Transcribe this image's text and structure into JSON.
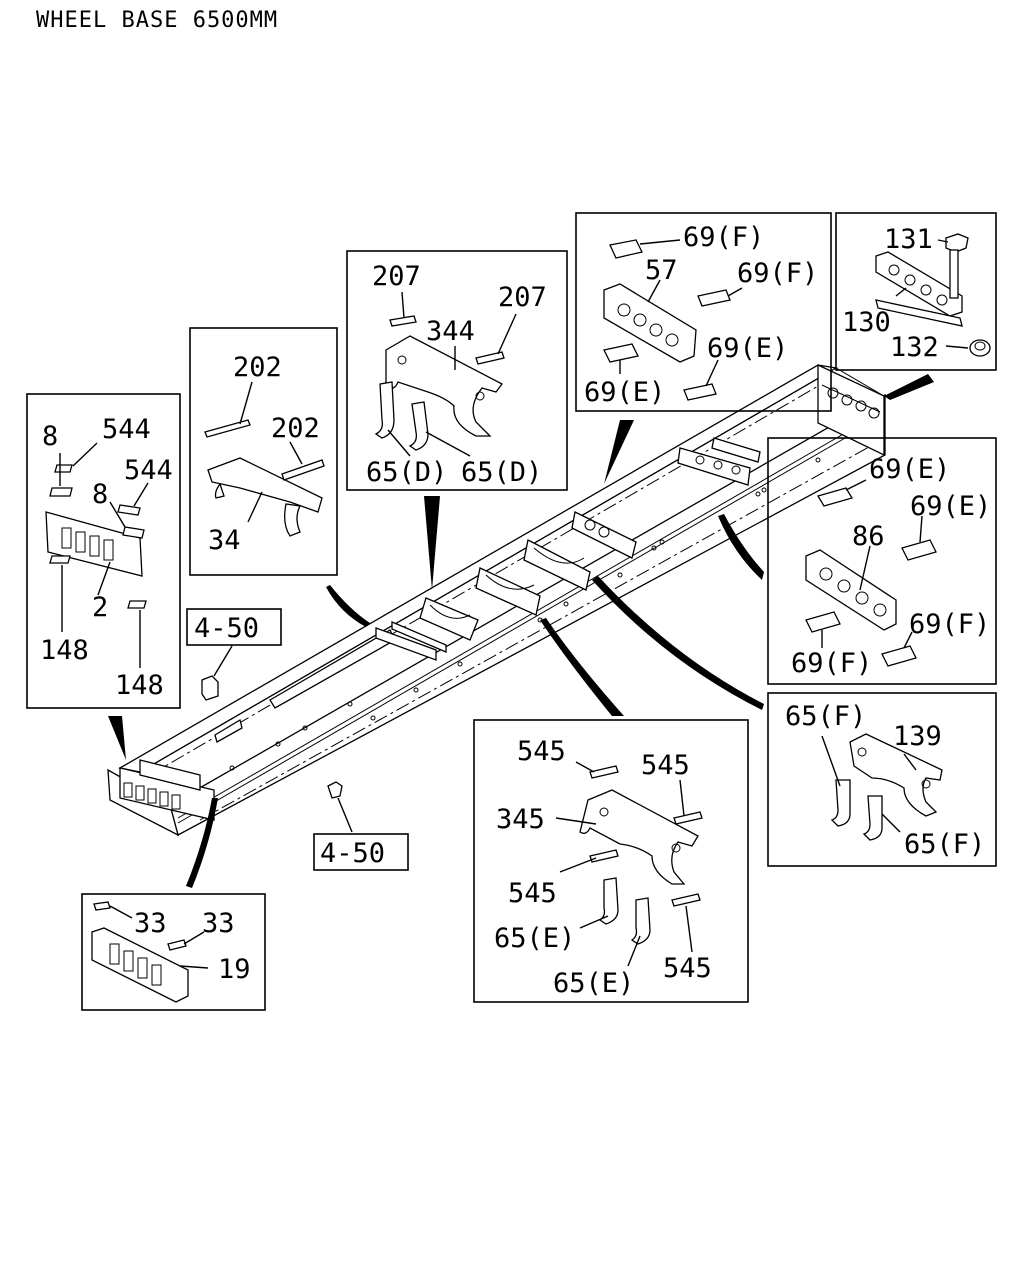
{
  "title": "WHEEL BASE 6500MM",
  "references": [
    "4-50",
    "4-50"
  ],
  "groups": [
    {
      "id": "front-end",
      "labels": [
        "8",
        "544",
        "544",
        "8",
        "2",
        "148",
        "148"
      ]
    },
    {
      "id": "crossmember-202",
      "labels": [
        "202",
        "202",
        "34"
      ]
    },
    {
      "id": "crossmember-344",
      "labels": [
        "207",
        "207",
        "344",
        "65(D)",
        "65(D)"
      ]
    },
    {
      "id": "crossmember-57",
      "labels": [
        "69(F)",
        "57",
        "69(F)",
        "69(E)",
        "69(E)"
      ]
    },
    {
      "id": "rear-end",
      "labels": [
        "131",
        "130",
        "132"
      ]
    },
    {
      "id": "crossmember-86",
      "labels": [
        "69(E)",
        "69(E)",
        "86",
        "69(F)",
        "69(F)"
      ]
    },
    {
      "id": "crossmember-139",
      "labels": [
        "65(F)",
        "139",
        "65(F)"
      ]
    },
    {
      "id": "crossmember-345",
      "labels": [
        "545",
        "545",
        "345",
        "545",
        "65(E)",
        "65(E)",
        "545"
      ]
    },
    {
      "id": "front-bumper",
      "labels": [
        "33",
        "33",
        "19"
      ]
    }
  ]
}
